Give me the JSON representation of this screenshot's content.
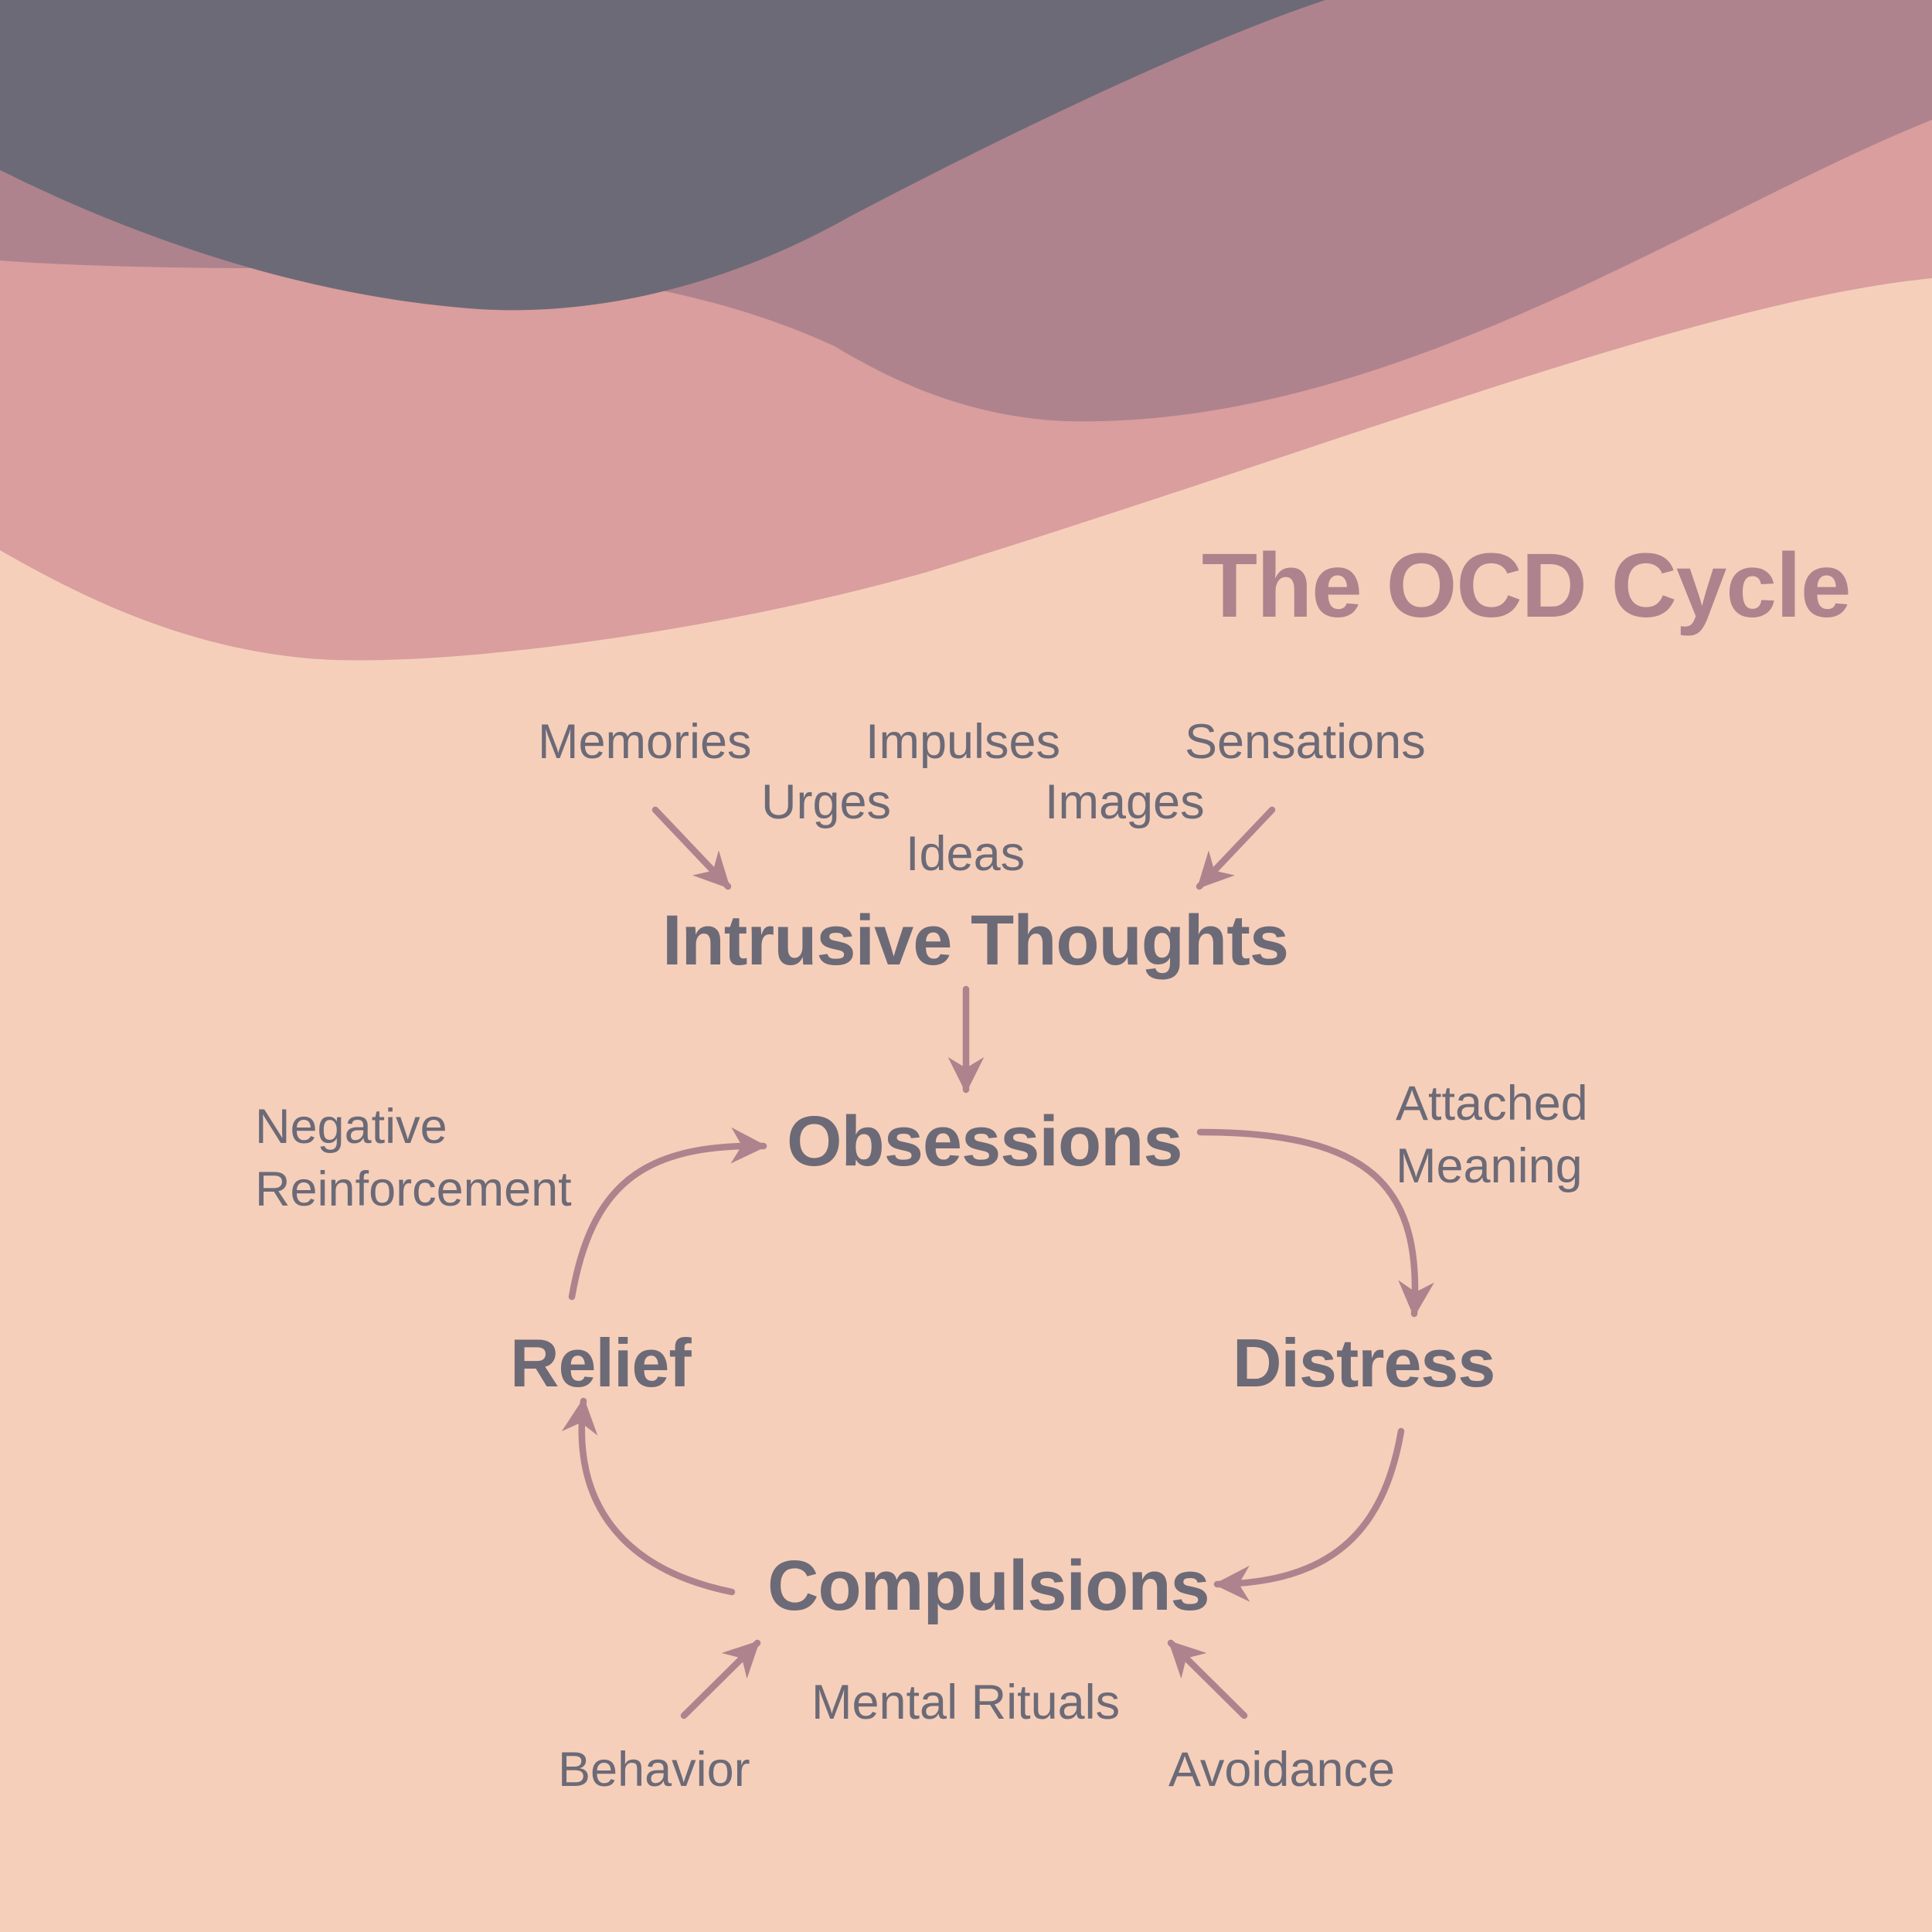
{
  "title": "The OCD Cycle",
  "colors": {
    "background": "#f6cfba",
    "wave_dark": "#6d6a77",
    "wave_mauve": "#ae838d",
    "wave_pink": "#d99e9d",
    "arrow": "#ae838d",
    "text": "#6c6a77",
    "title": "#ae838d"
  },
  "nodes": {
    "intrusive_thoughts": "Intrusive Thoughts",
    "obsessions": "Obsessions",
    "distress": "Distress",
    "compulsions": "Compulsions",
    "relief": "Relief"
  },
  "triggers": {
    "memories": "Memories",
    "impulses": "Impulses",
    "sensations": "Sensations",
    "urges": "Urges",
    "images": "Images",
    "ideas": "Ideas"
  },
  "edge_labels": {
    "attached_meaning": [
      "Attached",
      "Meaning"
    ],
    "negative_reinforcement": [
      "Negative",
      "Reinforcement"
    ]
  },
  "compulsion_types": {
    "behavior": "Behavior",
    "mental_rituals": "Mental Rituals",
    "avoidance": "Avoidance"
  }
}
